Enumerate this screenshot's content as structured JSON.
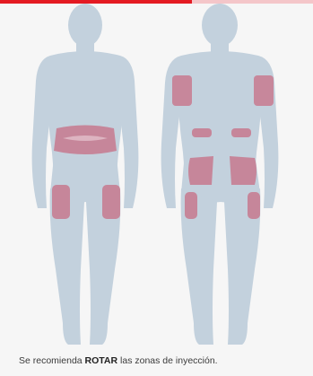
{
  "caption": {
    "before": "Se recomienda ",
    "emphasis": "ROTAR",
    "after": " las zonas de inyección."
  },
  "colors": {
    "background": "#f6f6f6",
    "body": "#c3d1dd",
    "zone": "#c86e84",
    "accent_red": "#e41a22",
    "accent_pink": "#f4c6c9"
  },
  "figures": {
    "front": {
      "zones": [
        "abdomen",
        "left-thigh",
        "right-thigh"
      ]
    },
    "back": {
      "zones": [
        "left-upper-arm",
        "right-upper-arm",
        "left-flank",
        "right-flank",
        "left-buttock",
        "right-buttock",
        "left-thigh",
        "right-thigh"
      ]
    }
  }
}
